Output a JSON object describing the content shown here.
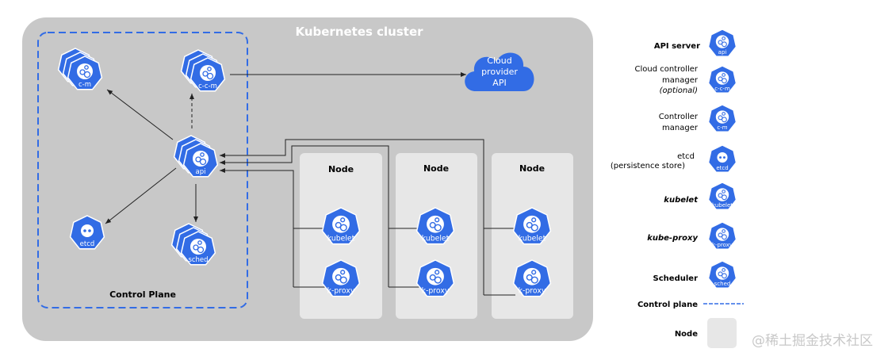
{
  "colors": {
    "k8s_blue": "#326ce5",
    "cluster_bg": "#c8c8c8",
    "node_bg": "#e7e7e7",
    "line": "#222222"
  },
  "cluster": {
    "title": "Kubernetes cluster"
  },
  "control_plane": {
    "label": "Control Plane",
    "components": {
      "cm": {
        "label": "c-m",
        "icon": "controller-manager-icon"
      },
      "ccm": {
        "label": "c-c-m",
        "icon": "cloud-controller-manager-icon"
      },
      "api": {
        "label": "api",
        "icon": "api-server-icon"
      },
      "etcd": {
        "label": "etcd",
        "icon": "etcd-icon"
      },
      "sched": {
        "label": "sched",
        "icon": "scheduler-icon"
      }
    }
  },
  "cloud": {
    "line1": "Cloud",
    "line2": "provider",
    "line3": "API"
  },
  "nodes": [
    {
      "label": "Node",
      "kubelet": "kubelet",
      "proxy": "k-proxy"
    },
    {
      "label": "Node",
      "kubelet": "kubelet",
      "proxy": "k-proxy"
    },
    {
      "label": "Node",
      "kubelet": "kubelet",
      "proxy": "k-proxy"
    }
  ],
  "legend": {
    "api": {
      "line1": "API server",
      "icon_label": "api"
    },
    "ccm": {
      "line1": "Cloud controller",
      "line2": "manager",
      "line3": "(optional)",
      "icon_label": "c-c-m"
    },
    "cm": {
      "line1": "Controller",
      "line2": "manager",
      "icon_label": "c-m"
    },
    "etcd": {
      "line1": "etcd",
      "line2": "(persistence store)",
      "icon_label": "etcd"
    },
    "kubelet": {
      "line1": "kubelet",
      "icon_label": "kubelet"
    },
    "proxy": {
      "line1": "kube-proxy",
      "icon_label": "k-proxy"
    },
    "sched": {
      "line1": "Scheduler",
      "icon_label": "sched"
    },
    "control_plane": {
      "line1": "Control plane"
    },
    "node": {
      "line1": "Node"
    }
  },
  "watermark": "@稀土掘金技术社区"
}
